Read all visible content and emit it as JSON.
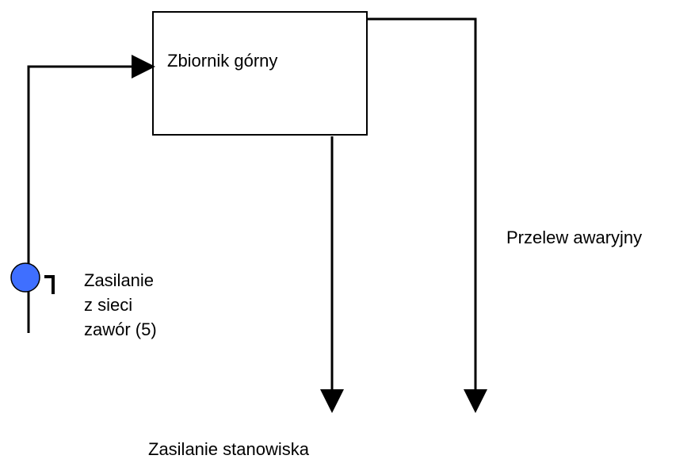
{
  "diagram": {
    "tank_label": "Zbiornik górny",
    "inlet_label": {
      "line1": "Zasilanie",
      "line2": "z sieci",
      "line3": "zawór (5)"
    },
    "overflow_label": "Przelew awaryjny",
    "station_supply_label": "Zasilanie stanowiska"
  },
  "colors": {
    "line": "#000000",
    "valve_fill": "#3f6fff",
    "valve_stroke": "#000000",
    "background": "#ffffff"
  },
  "icons": {
    "valve": "valve-icon",
    "valve_handle": "valve-handle-icon"
  }
}
